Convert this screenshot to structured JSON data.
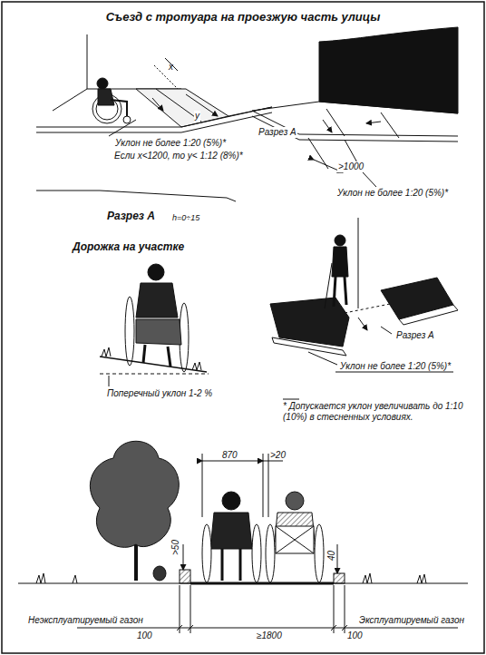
{
  "diagram": {
    "title": "Съезд с тротуара на проезжую часть улицы",
    "labels": [
      "x",
      "y",
      "Уклон не более 1:20 (5%)*",
      "Если x<1200, то y< 1:12 (8%)*",
      "Разрез А",
      ">1000",
      "Уклон не более 1:20 (5%)*",
      "Разрез А",
      "h=0÷15",
      "Дорожка на участке",
      "Поперечный уклон 1-2 %",
      "Разрез А",
      "Уклон не более 1:20 (5%)*",
      "* Допускается уклон увеличивать до 1:10 (10%) в стесненных условиях.",
      "870",
      ">20",
      ">50",
      "40",
      "Неэксплуатируемый газон",
      "Эксплуатируемый газон",
      "100",
      "≥1800",
      "100"
    ]
  }
}
